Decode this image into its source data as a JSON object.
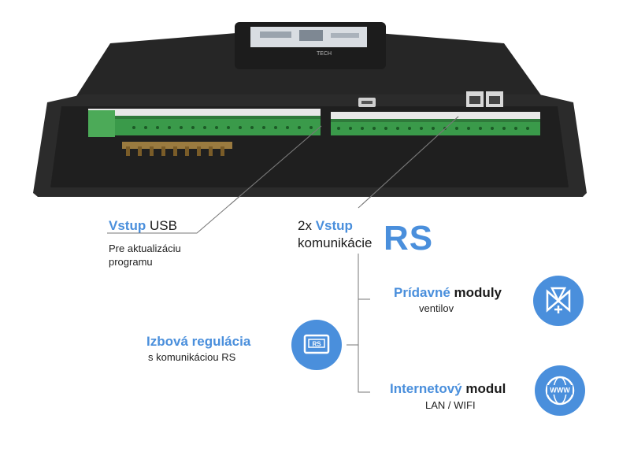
{
  "device": {
    "brand": "TECH"
  },
  "usb": {
    "title_highlight": "Vstup",
    "title_rest": "USB",
    "sub_line1": "Pre aktualizáciu",
    "sub_line2": "programu"
  },
  "rs_input": {
    "prefix": "2x",
    "title_highlight": "Vstup",
    "line2": "komunikácie",
    "big": "RS"
  },
  "features": [
    {
      "highlight": "Prídavné",
      "bold": "moduly",
      "sub": "ventilov",
      "icon": "valve-icon"
    },
    {
      "highlight": "Izbová regulácia",
      "bold": "",
      "sub": "s komunikáciou RS",
      "icon": "rs-thermostat-icon",
      "icon_text": "RS"
    },
    {
      "highlight": "Internetový",
      "bold": "modul",
      "sub": "LAN / WIFI",
      "icon": "globe-www-icon",
      "icon_text": "WWW"
    }
  ],
  "colors": {
    "accent": "#4a8fdc",
    "device": "#222222",
    "terminal": "#3a9a4a"
  }
}
